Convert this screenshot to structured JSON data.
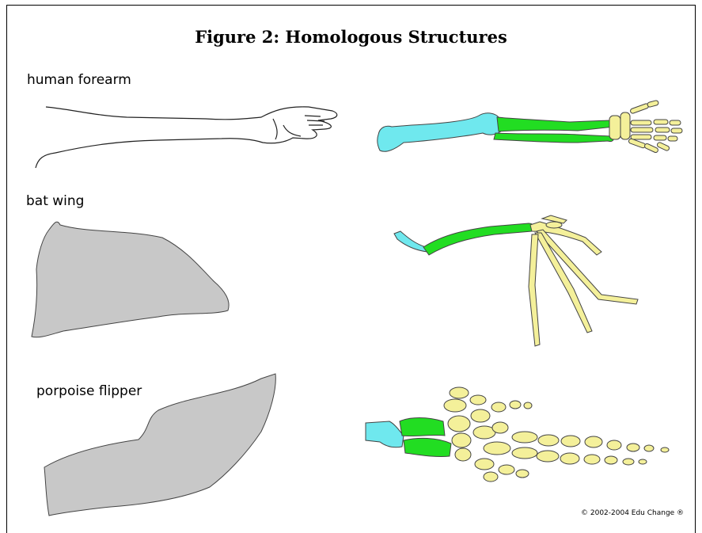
{
  "title": "Figure 2:  Homologous Structures",
  "labels": {
    "human": "human forearm",
    "bat": "bat wing",
    "porpoise": "porpoise flipper"
  },
  "copyright": "© 2002-2004 Edu Change ®",
  "colors": {
    "humerus": "#6fe8ee",
    "radius_ulna": "#22dd22",
    "hand_bones": "#f4f09a",
    "silhouette": "#c8c8c8",
    "outline": "#444444"
  }
}
